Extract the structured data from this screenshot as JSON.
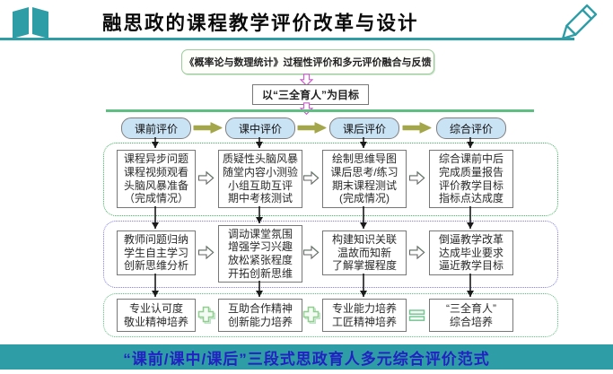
{
  "header": {
    "title": "融思政的课程教学评价改革与设计",
    "book_icon": "open-book",
    "pencil_icon": "pencil"
  },
  "subtitle": {
    "text": "《概率论与数理统计》过程性评价和多元评价融合与反馈"
  },
  "goal": {
    "text": "以“三全育人”为目标"
  },
  "stages": [
    {
      "label": "课前评价"
    },
    {
      "label": "课中评价"
    },
    {
      "label": "课后评价"
    },
    {
      "label": "综合评价"
    }
  ],
  "row1": {
    "boxes": [
      {
        "lines": [
          "课程异步问题",
          "课程视频观看",
          "头脑风暴准备",
          "（完成情况）"
        ]
      },
      {
        "lines": [
          "质疑性头脑风暴",
          "随堂内容小测验",
          "小组互助互评",
          "期中考核测试"
        ]
      },
      {
        "lines": [
          "绘制思维导图",
          "课后思考/练习",
          "期末课程测试",
          "(完成情况)"
        ]
      },
      {
        "lines": [
          "综合课前中后",
          "完成质量报告",
          "评价教学目标",
          "指标点达成度"
        ]
      }
    ]
  },
  "row2": {
    "boxes": [
      {
        "lines": [
          "教师问题归纳",
          "学生自主学习",
          "创新思维分析"
        ]
      },
      {
        "lines": [
          "调动课堂氛围",
          "增强学习兴趣",
          "放松紧张程度",
          "开拓创新思维"
        ]
      },
      {
        "lines": [
          "构建知识关联",
          "温故而知新",
          "了解掌握程度"
        ]
      },
      {
        "lines": [
          "倒逼教学改革",
          "达成毕业要求",
          "逼近教学目标"
        ]
      }
    ]
  },
  "row3": {
    "boxes": [
      {
        "lines": [
          "专业认可度",
          "敬业精神培养"
        ]
      },
      {
        "lines": [
          "互助合作精神",
          "创新能力培养"
        ]
      },
      {
        "lines": [
          "专业能力培养",
          "工匠精神培养"
        ]
      },
      {
        "lines": [
          "“三全育人”",
          "综合培养"
        ]
      }
    ]
  },
  "footer": {
    "text": "“课前/课中/课后”三段式思政育人多元综合评价范式"
  },
  "colors": {
    "teal": "#2E9DA6",
    "footer_text": "#2222C2",
    "green_divider": "#5FBF82",
    "pill_fill": "#C9E2F4",
    "olive_arrow": "#A4A64B",
    "magenta_arrow": "#C95FC9",
    "phase1_border": "#3CB45A",
    "phase2_border": "#7C7CE6",
    "phase3_border": "#58BE7C"
  }
}
